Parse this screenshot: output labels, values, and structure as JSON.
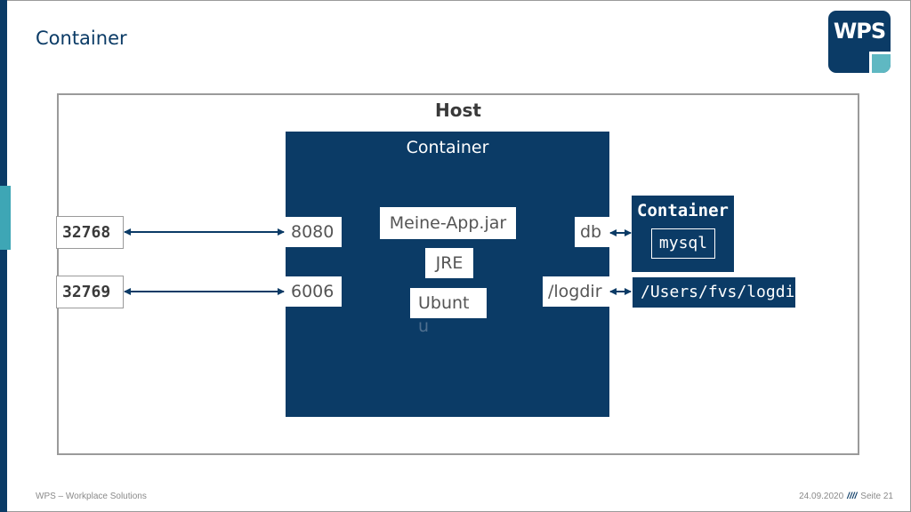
{
  "slide": {
    "title": "Container"
  },
  "logo": {
    "text": "WPS"
  },
  "host": {
    "label": "Host"
  },
  "app_container": {
    "label": "Container",
    "layers": [
      "Meine-App.jar",
      "JRE",
      "Ubunt",
      "u"
    ],
    "ports": [
      "8080",
      "6006"
    ],
    "mounts": [
      "db",
      "/logdir"
    ]
  },
  "host_ports": [
    "32768",
    "32769"
  ],
  "db_container": {
    "label": "Container",
    "service": "mysql"
  },
  "host_volume": "/Users/fvs/logdir",
  "footer": {
    "company": "WPS – Workplace Solutions",
    "date": "24.09.2020",
    "separator": "////",
    "page": "Seite 21"
  },
  "colors": {
    "primary": "#0b3b66",
    "accent": "#3ea6b5",
    "border": "#9a9a9a"
  }
}
